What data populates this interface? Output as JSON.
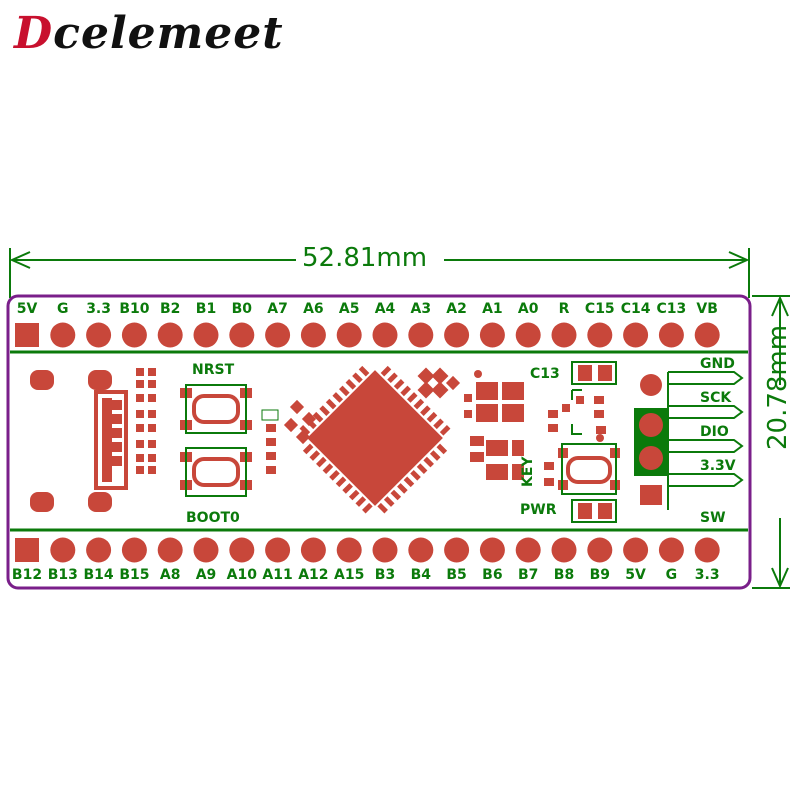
{
  "brand": {
    "first": "D",
    "rest": "celemeet"
  },
  "dimensions": {
    "width": "52.81mm",
    "height": "20.78mm"
  },
  "top_pins": [
    "5V",
    "G",
    "3.3",
    "B10",
    "B2",
    "B1",
    "B0",
    "A7",
    "A6",
    "A5",
    "A4",
    "A3",
    "A2",
    "A1",
    "A0",
    "R",
    "C15",
    "C14",
    "C13",
    "VB"
  ],
  "bottom_pins": [
    "B12",
    "B13",
    "B14",
    "B15",
    "A8",
    "A9",
    "A10",
    "A11",
    "A12",
    "A15",
    "B3",
    "B4",
    "B5",
    "B6",
    "B7",
    "B8",
    "B9",
    "5V",
    "G",
    "3.3"
  ],
  "buttons": {
    "nrst": "NRST",
    "boot0": "BOOT0",
    "key": "KEY",
    "pwr": "PWR",
    "c13": "C13"
  },
  "swd_pins": [
    "GND",
    "SCK",
    "DIO",
    "3.3V"
  ],
  "swd_title": "SW",
  "colors": {
    "pad": "#c8473a",
    "silk": "#0b7a0b",
    "outline": "#7a1f8a",
    "text_green": "#0b7a0b"
  }
}
